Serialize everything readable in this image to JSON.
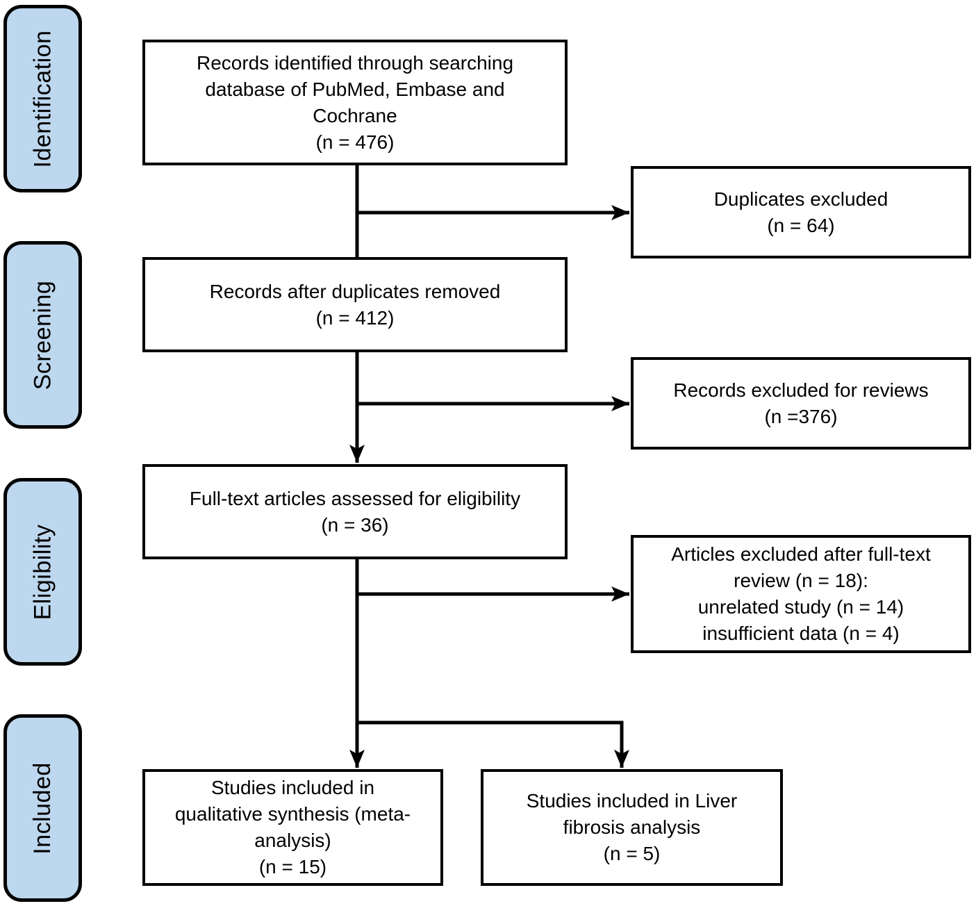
{
  "stages": [
    {
      "label": "Identification"
    },
    {
      "label": "Screening"
    },
    {
      "label": "Eligibility"
    },
    {
      "label": "Included"
    }
  ],
  "flow": {
    "records_identified": {
      "text": "Records identified through searching\ndatabase of PubMed, Embase and\nCochrane\n(n = 476)",
      "n": 476
    },
    "duplicates_excluded": {
      "text": "Duplicates excluded\n(n = 64)",
      "n": 64
    },
    "records_after_duplicates": {
      "text": "Records after duplicates removed\n(n = 412)",
      "n": 412
    },
    "records_excluded_reviews": {
      "text": "Records excluded for reviews\n(n =376)",
      "n": 376
    },
    "fulltext_assessed": {
      "text": "Full-text articles assessed for eligibility\n(n = 36)",
      "n": 36
    },
    "articles_excluded": {
      "text": "Articles excluded after full-text\nreview (n = 18):\nunrelated study (n = 14)\ninsufficient data (n = 4)",
      "n": 18
    },
    "qualitative_synthesis": {
      "text": "Studies included in\nqualitative synthesis (meta-\nanalysis)\n(n = 15)",
      "n": 15
    },
    "liver_fibrosis": {
      "text": "Studies included in Liver\nfibrosis analysis\n(n = 5)",
      "n": 5
    }
  },
  "colors": {
    "stage_fill": "#BDD7EE",
    "stage_border": "#000000",
    "box_border": "#000000",
    "arrow": "#000000",
    "background": "#FFFFFF"
  }
}
